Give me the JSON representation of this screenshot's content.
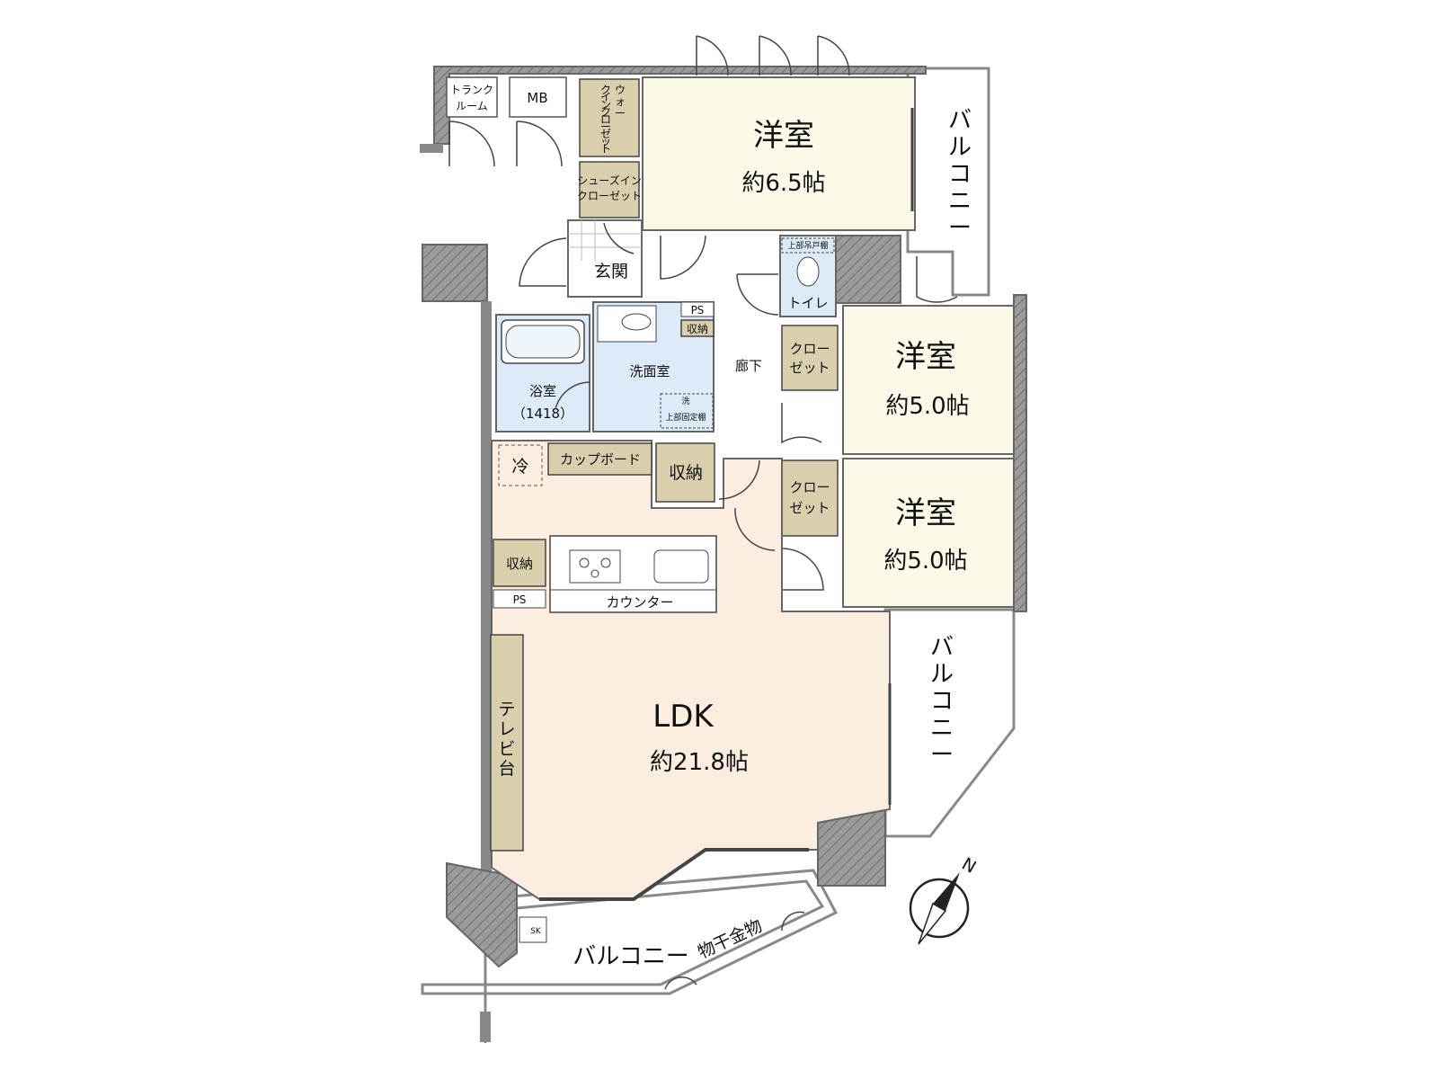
{
  "rooms": {
    "bedroom1": {
      "name": "洋室",
      "area": "約6.5帖"
    },
    "bedroom2": {
      "name": "洋室",
      "area": "約5.0帖"
    },
    "bedroom3": {
      "name": "洋室",
      "area": "約5.0帖"
    },
    "ldk": {
      "name": "LDK",
      "area": "約21.8帖"
    },
    "bath": {
      "name": "浴室",
      "size": "（1418）"
    },
    "washroom": "洗面室",
    "toilet": "トイレ",
    "entrance": "玄関",
    "hallway": "廊下"
  },
  "storage": {
    "trunk_room": [
      "トランク",
      "ルーム"
    ],
    "mb": "MB",
    "walk_in_closet": [
      "ウ",
      "ォ",
      "ー",
      "ク",
      "イ",
      "ン",
      "ク",
      "ロ",
      "ー",
      "ゼ",
      "ッ",
      "ト"
    ],
    "shoes_closet": [
      "シューズイン",
      "クローゼット"
    ],
    "closet": [
      "クロー",
      "ゼット"
    ],
    "storage": "収納",
    "ps": "PS",
    "cupboard": "カップボード",
    "counter": "カウンター",
    "tv_stand": [
      "テ",
      "レ",
      "ビ",
      "台"
    ],
    "fridge": "冷",
    "upper_shelf_toilet": "上部吊戸棚",
    "upper_shelf_wash": "上部固定棚",
    "washer": "洗",
    "sk": "SK"
  },
  "balconies": {
    "label": "バルコニー",
    "east_top": [
      "バ",
      "ル",
      "コ",
      "ニ",
      "ー"
    ],
    "east_bottom": [
      "バ",
      "ル",
      "コ",
      "ニ",
      "ー"
    ],
    "laundry_hanger": "物干金物"
  },
  "compass": {
    "north_label": "N"
  }
}
